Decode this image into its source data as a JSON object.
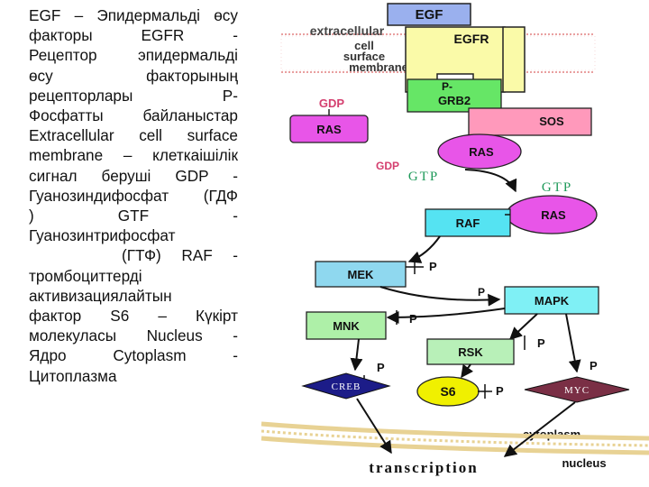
{
  "description_lines": [
    "EGF – Эпидермальді өсу",
    "факторы EGFR -",
    "Рецептор эпидермальді",
    "өсу факторының",
    "рецепторлары P-",
    "Фосфатты байланыстар",
    "Extracellular cell surface",
    "membrane – клеткаішілік",
    "сигнал беруші GDP -",
    "Гуанозиндифосфат (ГДФ",
    ") GTF -",
    "Гуанозинтрифосфат",
    "(ГТФ) RAF -",
    "тромбоциттерді",
    "активизациялайтын",
    "фактор S6 – Күкірт",
    "молекуласы Nucleus -",
    "Ядро Cytoplasm -",
    "Цитоплазма"
  ],
  "diagram": {
    "egf": "EGF",
    "extracellular": "extracellular",
    "membrane_1": "cell",
    "membrane_2": "surface",
    "membrane_3": "membrane",
    "egfr": "EGFR",
    "grb2_p": "P-",
    "grb2": "GRB2",
    "sos": "SOS",
    "gdp_top": "GDP",
    "ras_inactive": "RAS",
    "ras_active": "RAS",
    "gdp_mid": "GDP",
    "gtp_left": "GTP",
    "gtp_right": "GTP",
    "ras_gtp": "RAS",
    "raf": "RAF",
    "mek": "MEK",
    "mek_p": "P",
    "mapk_p": "P",
    "mapk": "MAPK",
    "mnk": "MNK",
    "mnk_p": "P",
    "rsk": "RSK",
    "rsk_p": "P",
    "creb_p": "P",
    "creb": "CREB",
    "s6": "S6",
    "s6_p": "P",
    "myc_p": "P",
    "myc": "MYC",
    "cytoplasm": "cytoplasm",
    "transcription": "transcription",
    "nucleus": "nucleus"
  },
  "colors": {
    "egf": "#9ab0ee",
    "egfr": "#fafaa8",
    "grb2": "#66e666",
    "sos": "#ff99bb",
    "ras": "#e855e8",
    "raf": "#55e3f2",
    "mek": "#8fd8ef",
    "mapk": "#7ff0f5",
    "mnk": "#aef0a8",
    "rsk": "#b8f0b8",
    "creb": "#1c1c88",
    "s6": "#f0f000",
    "myc": "#7a2f45",
    "membrane": "#e9a0a0",
    "nucleus": "#e8d294",
    "pink_text": "#d43e6e"
  }
}
